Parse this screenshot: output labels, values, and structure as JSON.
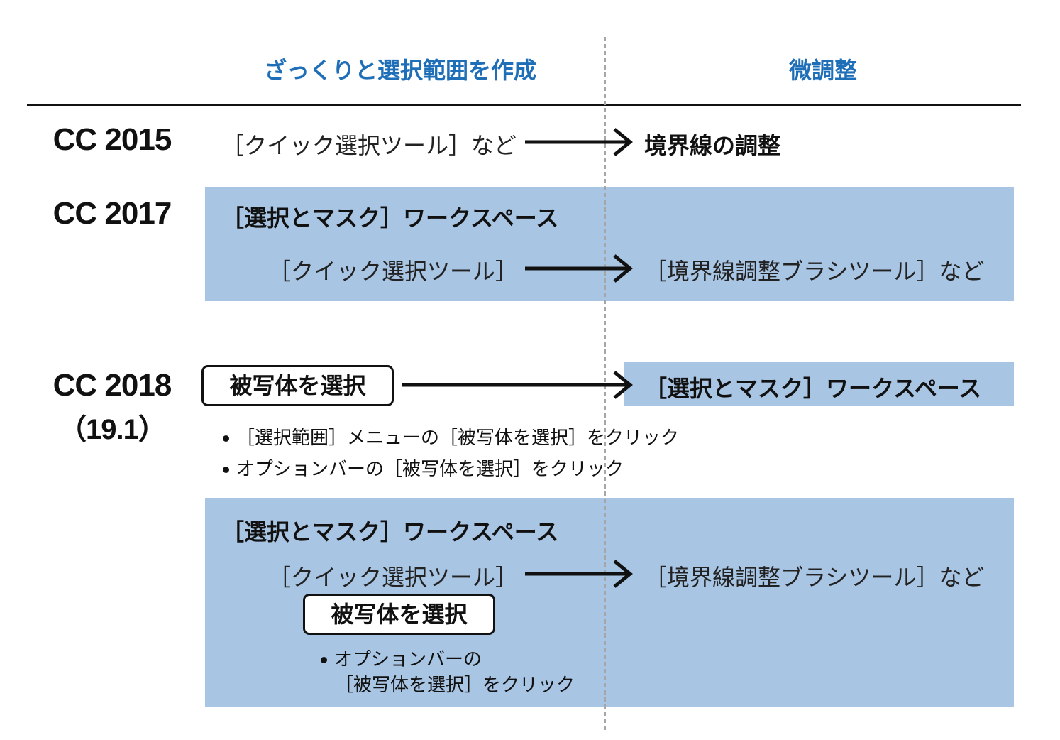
{
  "headers": {
    "left": "ざっくりと選択範囲を作成",
    "right": "微調整"
  },
  "rows": [
    {
      "version": "CC 2015",
      "left": "［クイック選択ツール］など",
      "right": "境界線の調整"
    },
    {
      "version": "CC 2017",
      "panel_title": "［選択とマスク］ワークスペース",
      "left": "［クイック選択ツール］",
      "right": "［境界線調整ブラシツール］など"
    },
    {
      "version": "CC 2018",
      "version_sub": "（19.1）",
      "button": "被写体を選択",
      "right": "［選択とマスク］ワークスペース",
      "bullets": [
        "［選択範囲］メニューの［被写体を選択］をクリック",
        "オプションバーの［被写体を選択］をクリック"
      ]
    },
    {
      "panel_title": "［選択とマスク］ワークスペース",
      "left": "［クイック選択ツール］",
      "right": "［境界線調整ブラシツール］など",
      "button": "被写体を選択",
      "bullet_line1": "オプションバーの",
      "bullet_line2": "［被写体を選択］をクリック"
    }
  ],
  "colors": {
    "header_blue": "#1f6fb8",
    "panel_blue": "#a9c5e4",
    "divider_gray": "#a6a6a6"
  }
}
